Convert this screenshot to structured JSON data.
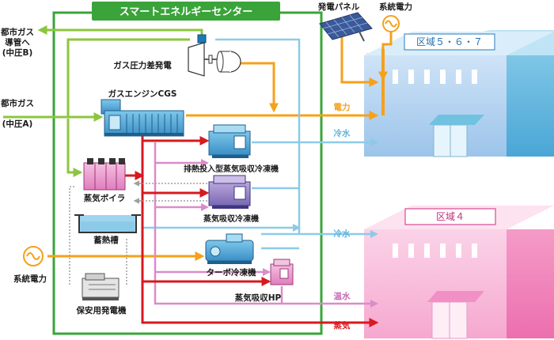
{
  "title": "スマートエネルギーセンター",
  "colors": {
    "gas": "#8cc63f",
    "power": "#f5a11a",
    "chilled": "#8ccbe8",
    "hot": "#d98cc9",
    "steam": "#d71920",
    "frame": "#3aa43a",
    "dotted": "#a0a0a0"
  },
  "inputs": {
    "city_gas_b_line1": "都市ガス",
    "city_gas_b_line2": "導管へ",
    "city_gas_b_line3": "(中圧B)",
    "city_gas_a_line1": "都市ガス",
    "city_gas_a_line2": "(中圧A)",
    "grid_power": "系統電力"
  },
  "equipment": {
    "gas_pressure_gen": "ガス圧力差発電",
    "gas_engine_cgs": "ガスエンジンCGS",
    "exhaust_absorption_chiller": "排熱投入型蒸気吸収冷凍機",
    "steam_absorption_chiller": "蒸気吸収冷凍機",
    "steam_boiler": "蒸気ボイラ",
    "heat_storage_tank": "蓄熱槽",
    "turbo_chiller": "ターボ冷凍機",
    "steam_absorption_hp": "蒸気吸収HP",
    "backup_generator": "保安用発電機"
  },
  "top_right": {
    "solar_panel": "発電パネル",
    "grid_power": "系統電力"
  },
  "outputs": {
    "power": "電力",
    "chilled_water_1": "冷水",
    "chilled_water_2": "冷水",
    "hot_water": "温水",
    "steam": "蒸気"
  },
  "areas": {
    "area_567": "区域５・６・７",
    "area_4": "区域４"
  }
}
